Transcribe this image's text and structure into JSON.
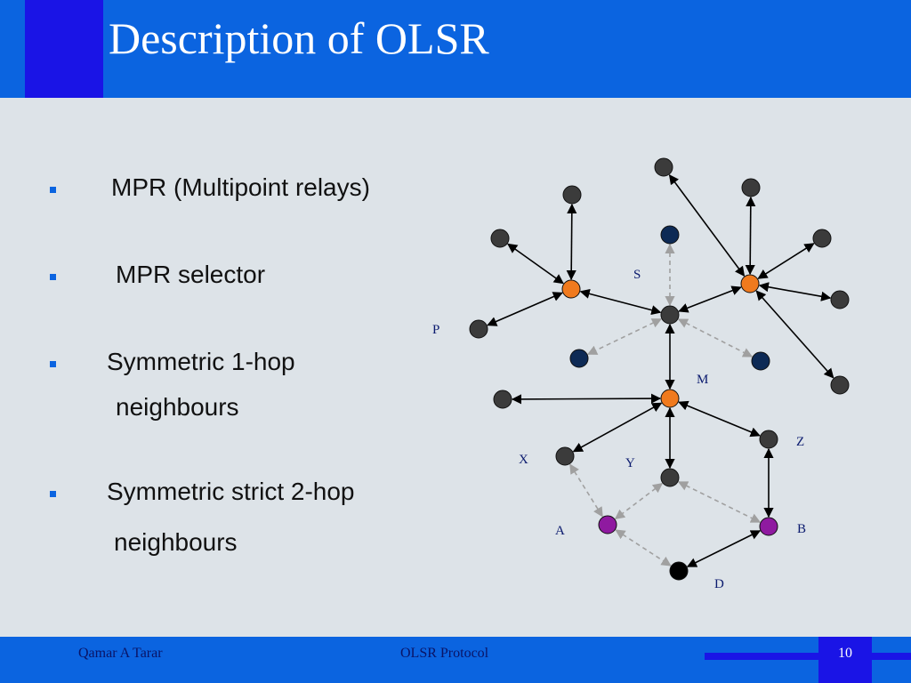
{
  "slide": {
    "title": "Description of OLSR",
    "bullets": [
      {
        "lines": [
          "MPR (Multipoint  relays)"
        ]
      },
      {
        "lines": [
          "MPR selector"
        ]
      },
      {
        "lines": [
          "Symmetric 1-hop",
          "neighbours"
        ]
      },
      {
        "lines": [
          "Symmetric strict 2-hop",
          "neighbours"
        ]
      }
    ]
  },
  "diagram": {
    "labels": {
      "S": "S",
      "P": "P",
      "M": "M",
      "X": "X",
      "Y": "Y",
      "Z": "Z",
      "A": "A",
      "B": "B",
      "D": "D"
    },
    "colors": {
      "mpr": "#f07a1e",
      "plain": "#3b3b3b",
      "dark_blue": "#0d2a55",
      "two_hop": "#8f1aa0",
      "destination": "#000000",
      "dashed_link": "#a0a0a0",
      "solid_link": "#000000"
    }
  },
  "footer": {
    "author": "Qamar A Tarar",
    "center": "OLSR Protocol",
    "page": "10"
  }
}
